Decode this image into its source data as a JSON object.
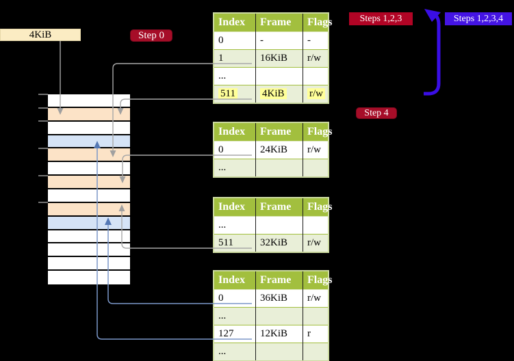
{
  "diagram": {
    "frame_label": "4KiB",
    "step0": "Step 0",
    "step4": "Step 4",
    "steps123": "Steps 1,2,3",
    "steps1234": "Steps 1,2,3,4"
  },
  "colors": {
    "background": "#000000",
    "table_header_bg": "#a2bf3e",
    "table_alt_row_bg": "#e9efd8",
    "table_border": "#ccdaa0",
    "highlight_bg": "#ffff99",
    "step_badge_bg": "#a60d28",
    "steps123_bg": "#b10425",
    "steps1234_bg": "#4414e4",
    "big_arrow": "#3a0ee6",
    "gray_arrow": "#a8a8a8",
    "blue_arrow": "#7b97c9",
    "frame_label_bg": "#fbecc3",
    "memory_peach": "#fce3c7",
    "memory_blue": "#d5e3f6"
  },
  "memory": {
    "row_colors": [
      "white",
      "peach",
      "white",
      "blue",
      "peach",
      "white",
      "peach",
      "white",
      "peach",
      "blue",
      "white",
      "white",
      "white",
      "white"
    ]
  },
  "tables": [
    {
      "headers": [
        "Index",
        "Frame",
        "Flags"
      ],
      "rows": [
        {
          "cells": [
            "0",
            "-",
            "-"
          ]
        },
        {
          "cells": [
            "1",
            "16KiB",
            "r/w"
          ]
        },
        {
          "cells": [
            "...",
            "",
            ""
          ]
        },
        {
          "cells": [
            "511",
            "4KiB",
            "r/w"
          ]
        }
      ]
    },
    {
      "headers": [
        "Index",
        "Frame",
        "Flags"
      ],
      "rows": [
        {
          "cells": [
            "0",
            "24KiB",
            "r/w"
          ]
        },
        {
          "cells": [
            "...",
            "",
            ""
          ]
        }
      ]
    },
    {
      "headers": [
        "Index",
        "Frame",
        "Flags"
      ],
      "rows": [
        {
          "cells": [
            "...",
            "",
            ""
          ]
        },
        {
          "cells": [
            "511",
            "32KiB",
            "r/w"
          ]
        }
      ]
    },
    {
      "headers": [
        "Index",
        "Frame",
        "Flags"
      ],
      "rows": [
        {
          "cells": [
            "0",
            "36KiB",
            "r/w"
          ]
        },
        {
          "cells": [
            "...",
            "",
            ""
          ]
        },
        {
          "cells": [
            "127",
            "12KiB",
            "r"
          ]
        },
        {
          "cells": [
            "...",
            "",
            ""
          ]
        }
      ]
    }
  ]
}
